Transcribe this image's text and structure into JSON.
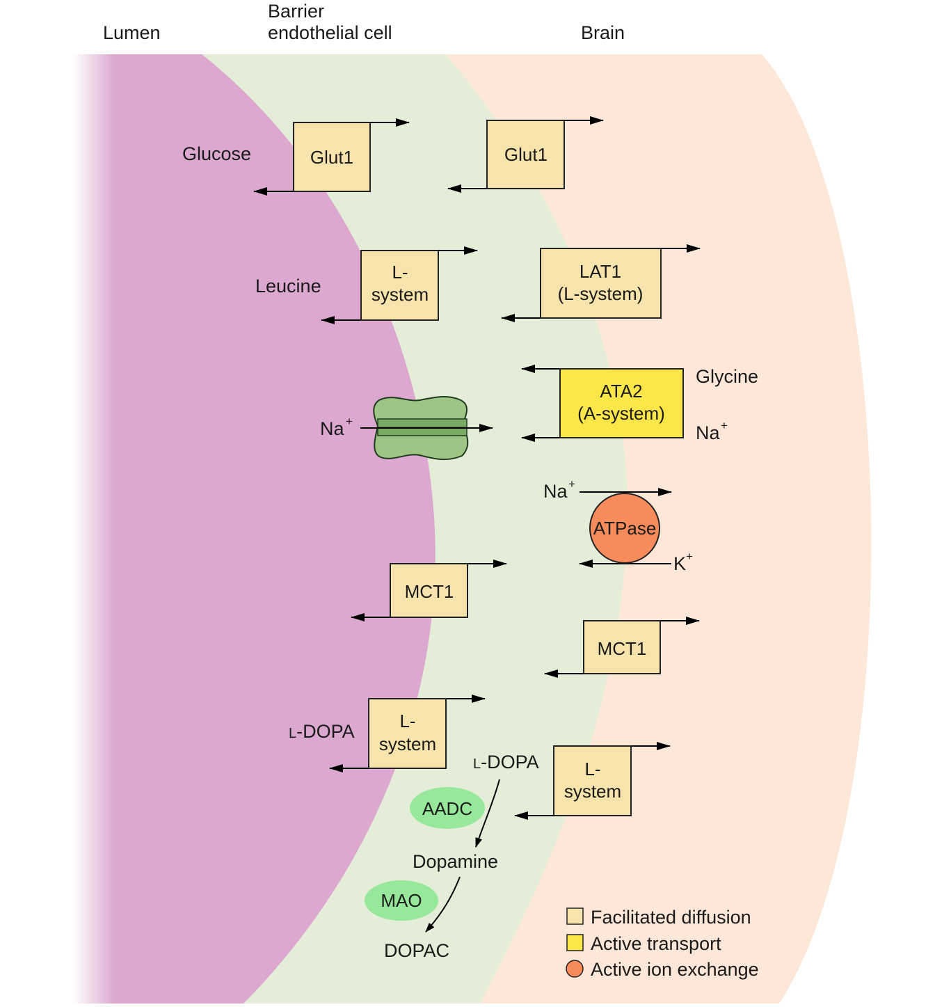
{
  "header": {
    "lumen": "Lumen",
    "barrier_line1": "Barrier",
    "barrier_line2": "endothelial cell",
    "brain": "Brain"
  },
  "substrates": {
    "glucose": "Glucose",
    "leucine": "Leucine",
    "glycine": "Glycine",
    "na": "Na",
    "k": "K",
    "plus": "+",
    "ldopa_prefix": "L",
    "ldopa_rest": "-DOPA",
    "dopamine": "Dopamine",
    "dopac": "DOPAC"
  },
  "luminal": {
    "glut1": "Glut1",
    "lsystem_1": [
      "L-",
      "system"
    ],
    "mct1": "MCT1",
    "lsystem_2": [
      "L-",
      "system"
    ]
  },
  "abluminal": {
    "glut1": "Glut1",
    "lat1": [
      "LAT1",
      "(L-system)"
    ],
    "ata2": [
      "ATA2",
      "(A-system)"
    ],
    "atpase": "ATPase",
    "mct1": "MCT1",
    "lsystem": [
      "L-",
      "system"
    ]
  },
  "enzymes": {
    "aadc": "AADC",
    "mao": "MAO"
  },
  "legend": {
    "facilitated": "Facilitated diffusion",
    "active": "Active transport",
    "ion_exchange": "Active ion exchange"
  },
  "colors": {
    "lumen": "#dca8cf",
    "cell": "#e4edd8",
    "brain": "#fde7d8",
    "facilitated_box": "#f7e4ac",
    "active_box": "#fde647",
    "atpase": "#f88b5c",
    "enzyme": "#97e89b",
    "channel": "#9fc585"
  }
}
